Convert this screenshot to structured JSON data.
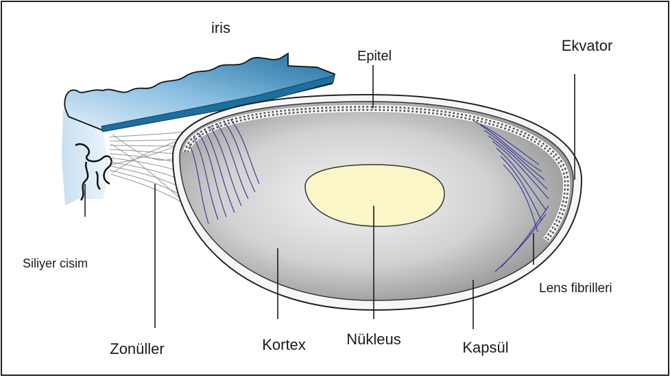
{
  "labels": {
    "iris": "iris",
    "epitel": "Epitel",
    "ekvator": "Ekvator",
    "siliyer_cisim": "Siliyer cisim",
    "lens_fibrilleri": "Lens fibrilleri",
    "zonuller": "Zonüller",
    "kortex": "Kortex",
    "nukleus": "Nükleus",
    "kapsul": "Kapsül"
  },
  "colors": {
    "iris_dark": "#1c6f9f",
    "iris_light": "#cfe4f3",
    "ciliary": "#dbeaf7",
    "nucleus": "#fbf6c8",
    "fibers": "#3b3b9a",
    "capsule": "#f4f4f4",
    "cortex_center": "#f2f2f2",
    "cortex_edge": "#8e8e8e"
  }
}
